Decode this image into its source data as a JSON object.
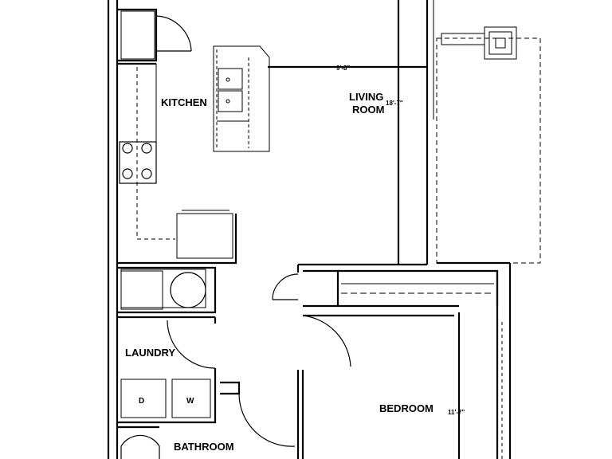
{
  "rooms": {
    "kitchen": "KITCHEN",
    "living_line1": "LIVING",
    "living_line2": "ROOM",
    "laundry": "LAUNDRY",
    "bedroom": "BEDROOM",
    "bathroom": "BATHROOM"
  },
  "dimensions": {
    "kitchen_width": "9'-8\"",
    "living_room": "18'-7\"",
    "bedroom": "11'-7\""
  },
  "appliances": {
    "dryer": "D",
    "washer": "W"
  }
}
